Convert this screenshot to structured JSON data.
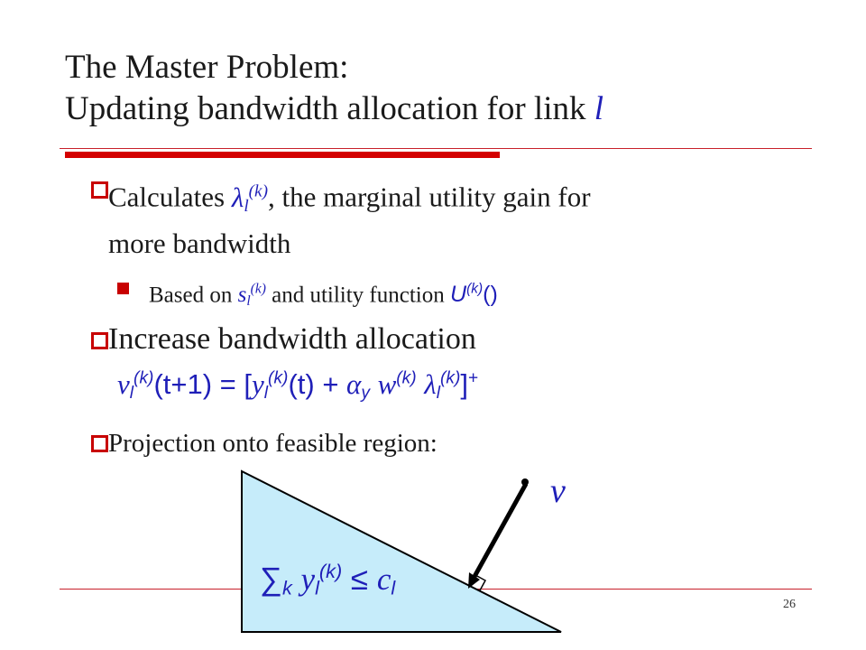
{
  "title": {
    "line1": "The Master Problem:",
    "line2": "Updating bandwidth allocation for link",
    "link_var": "l"
  },
  "bullets": [
    {
      "text_before": "Calculates",
      "symbol": "λ",
      "sub": "l",
      "sup": "(k)",
      "text_after": ", the marginal utility gain for",
      "line2": "more bandwidth"
    },
    {
      "text_before": "Based on",
      "s_var": "s",
      "s_sub": "l",
      "s_sup": "(k)",
      "text_mid": "and utility function",
      "u_var": "U",
      "u_sup": "(k)",
      "u_paren": "()"
    },
    {
      "text": "Increase bandwidth allocation"
    },
    {
      "text": "Projection onto feasible region:"
    }
  ],
  "equation": {
    "v": "v",
    "l": "l",
    "k": "(k)",
    "t1": "(t+1) = [",
    "y": "y",
    "t": "(t) + ",
    "alpha": "α",
    "alpha_sub": "y",
    "w": "w",
    "lambda": "λ",
    "close": "]",
    "plus": "+"
  },
  "diagram": {
    "v_label": "v",
    "constraint": {
      "sum": "∑",
      "sum_sub": "k",
      "y": "y",
      "l": "l",
      "k": "(k)",
      "leq": " ≤ ",
      "c": "c"
    },
    "fill_color": "#c6ecfa"
  },
  "page_number": "26",
  "colors": {
    "accent_red": "#d40000",
    "math_blue": "#1f1fb8"
  }
}
